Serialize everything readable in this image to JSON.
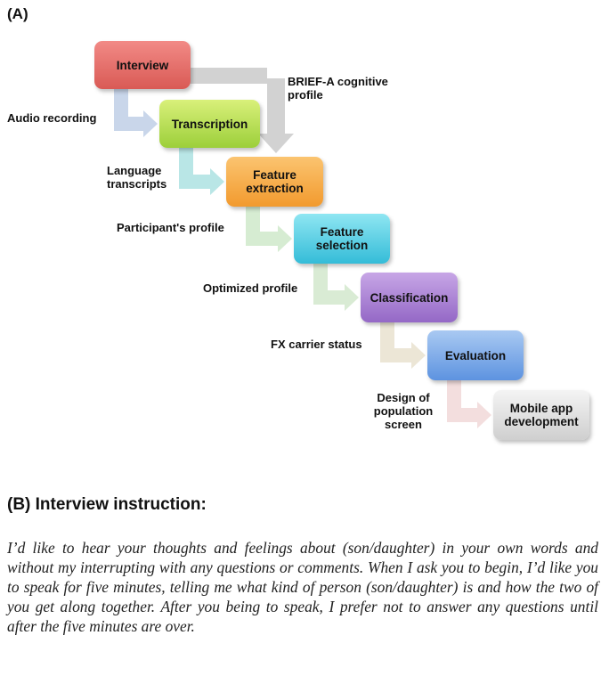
{
  "panel_a_label": "(A)",
  "steps": [
    {
      "label": "Interview",
      "top": "#f28a86",
      "bottom": "#d95a55"
    },
    {
      "label": "Transcription",
      "top": "#d9f07a",
      "bottom": "#9ccf3a"
    },
    {
      "label": "Feature extraction",
      "top": "#fbc470",
      "bottom": "#f29a2e"
    },
    {
      "label": "Feature selection",
      "top": "#8fe6f2",
      "bottom": "#34bcd8"
    },
    {
      "label": "Classification",
      "top": "#c7a6e6",
      "bottom": "#9468c6"
    },
    {
      "label": "Evaluation",
      "top": "#a9c9f2",
      "bottom": "#5d93e0"
    },
    {
      "label": "Mobile app development",
      "top": "#f4f4f4",
      "bottom": "#cfcfcf"
    }
  ],
  "side_labels": {
    "brief": "BRIEF-A cognitive profile",
    "audio": "Audio recording",
    "language": "Language transcripts",
    "participant": "Participant's profile",
    "optimized": "Optimized profile",
    "fx": "FX carrier status",
    "design": "Design of population screen"
  },
  "arrow_colors": [
    "#c9d6ea",
    "#b9e6e6",
    "#d6ecd2",
    "#d9ebd4",
    "#ece6d6",
    "#f3dede"
  ],
  "brief_arrow_color": "#d2d2d2",
  "panel_b": {
    "title": "(B) Interview instruction:",
    "text": "I’d like to hear your thoughts and feelings about (son/daughter) in your own words and without my interrupting with any questions or comments. When I ask you to begin, I’d like you to speak for five minutes, telling me what kind of person (son/daughter) is and how the two of you get along together. After you being to speak, I prefer not to answer any questions until after the five minutes are over."
  }
}
